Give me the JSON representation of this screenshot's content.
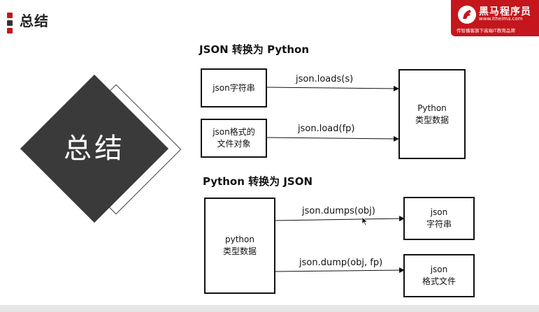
{
  "header": {
    "title": "总结",
    "logo_brand": "黑马程序员",
    "logo_site": "www.itheima.com",
    "logo_slogan": "传智播客旗下高端IT教育品牌"
  },
  "diamond": {
    "text": "总结"
  },
  "section_json_to_python": {
    "title": "JSON 转换为 Python",
    "box_json_string": "json字符串",
    "box_json_file": "json格式的\n文件对象",
    "box_python_data": "Python\n类型数据",
    "arrow_loads": "json.loads(s)",
    "arrow_load": "json.load(fp)"
  },
  "section_python_to_json": {
    "title": "Python 转换为 JSON",
    "box_python_data": "python\n类型数据",
    "box_json_string": "json\n字符串",
    "box_json_file": "json\n格式文件",
    "arrow_dumps": "json.dumps(obj)",
    "arrow_dump": "json.dump(obj, fp)"
  },
  "colors": {
    "brand_red": "#c4161c",
    "diamond_fill": "#3a3a3a"
  }
}
